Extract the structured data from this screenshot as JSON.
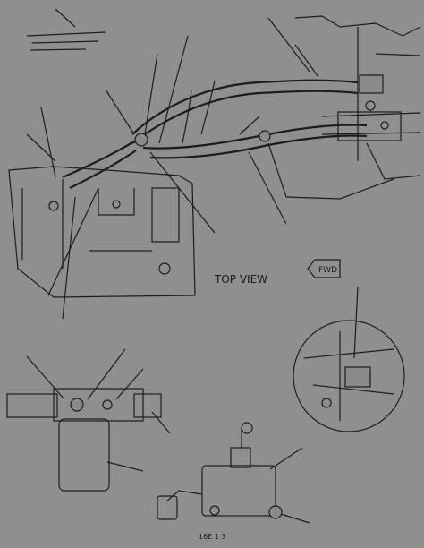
{
  "labels": {
    "top_view": "TOP VIEW",
    "fwd": "FWD",
    "page_ref": "16E 1 3"
  },
  "colors": {
    "background": "#8f8f8f",
    "ink": "#1c1c1c"
  }
}
